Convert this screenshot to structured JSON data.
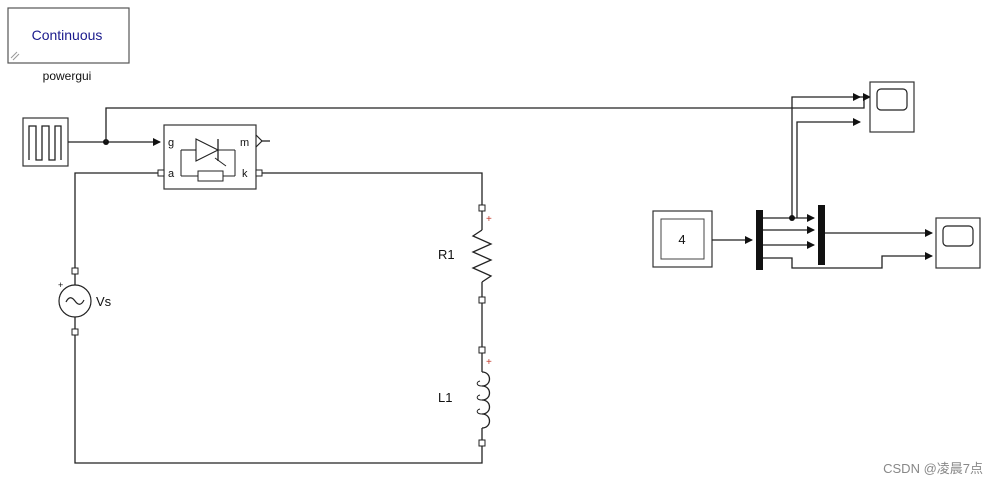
{
  "powergui": {
    "mode_label": "Continuous",
    "caption": "powergui"
  },
  "thyristor": {
    "port_g": "g",
    "port_m": "m",
    "port_a": "a",
    "port_k": "k"
  },
  "source": {
    "label": "Vs"
  },
  "resistor": {
    "label": "R1",
    "polarity": "+"
  },
  "inductor": {
    "label": "L1",
    "polarity": "+"
  },
  "constant": {
    "value": "4"
  },
  "watermark": {
    "text": "CSDN @凌晨7点"
  }
}
